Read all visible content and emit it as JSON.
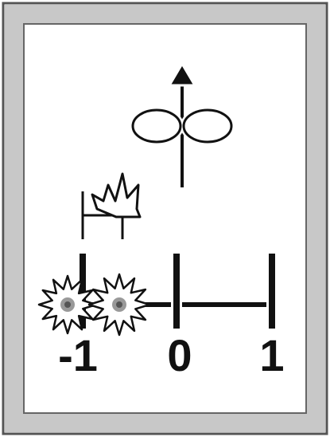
{
  "colors": {
    "frame": "#555555",
    "panel_gray": "#c8c8c8",
    "paper": "#ffffff",
    "ink": "#111111",
    "burst_center": "#888888"
  },
  "icons": {
    "top": "arrow-up-with-lemniscate-icon",
    "hand": "grabbing-hand-icon",
    "bursts": "starburst-icon"
  },
  "number_line": {
    "ticks": [
      {
        "label": "-1"
      },
      {
        "label": "0"
      },
      {
        "label": "1"
      }
    ]
  }
}
